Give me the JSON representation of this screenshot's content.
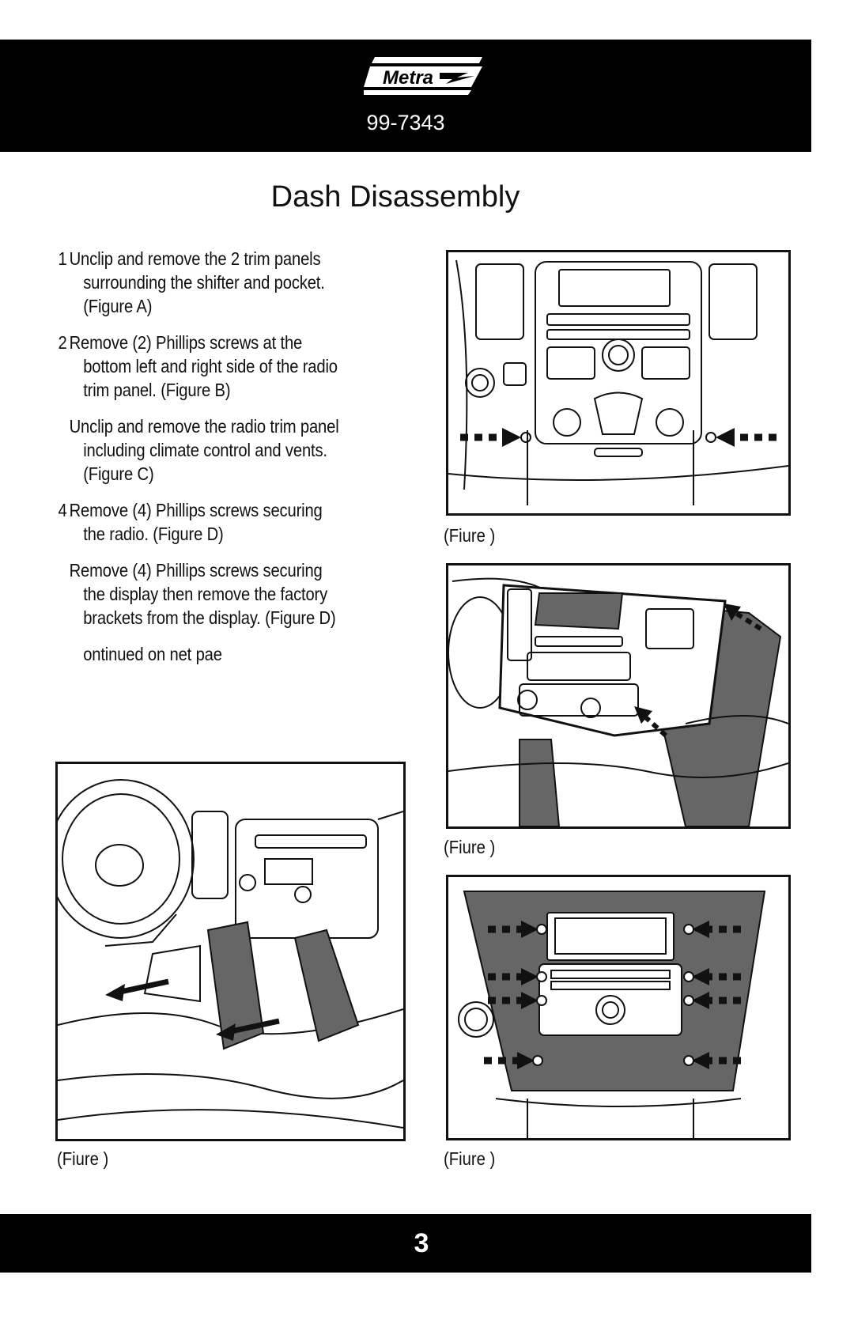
{
  "header": {
    "logo_text": "Metra",
    "model_number": "99-7343"
  },
  "title": "Dash Disassembly",
  "steps": [
    {
      "number": "1",
      "lines": [
        "Unclip and remove the 2 trim panels",
        "surrounding the shifter and pocket.",
        "(Figure A)"
      ]
    },
    {
      "number": "2",
      "lines": [
        "Remove (2) Phillips screws at  the",
        "bottom left and right side of the radio",
        "trim panel.  (Figure B)"
      ]
    },
    {
      "number": "",
      "lines": [
        "Unclip and remove the radio trim panel",
        "including climate control and vents.",
        "(Figure C)"
      ]
    },
    {
      "number": "4",
      "lines": [
        "Remove (4) Phillips screws securing",
        "the radio.  (Figure D)"
      ]
    },
    {
      "number": "",
      "lines": [
        "Remove (4) Phillips screws securing",
        "the display then remove the factory",
        "brackets from the display.  (Figure D)"
      ]
    }
  ],
  "continued": "ontinued on net pae",
  "figures": {
    "a_caption": "(Fiure )",
    "b_caption": "(Fiure )",
    "c_caption": "(Fiure )",
    "d_caption": "(Fiure )"
  },
  "footer": {
    "page_number": "3"
  }
}
